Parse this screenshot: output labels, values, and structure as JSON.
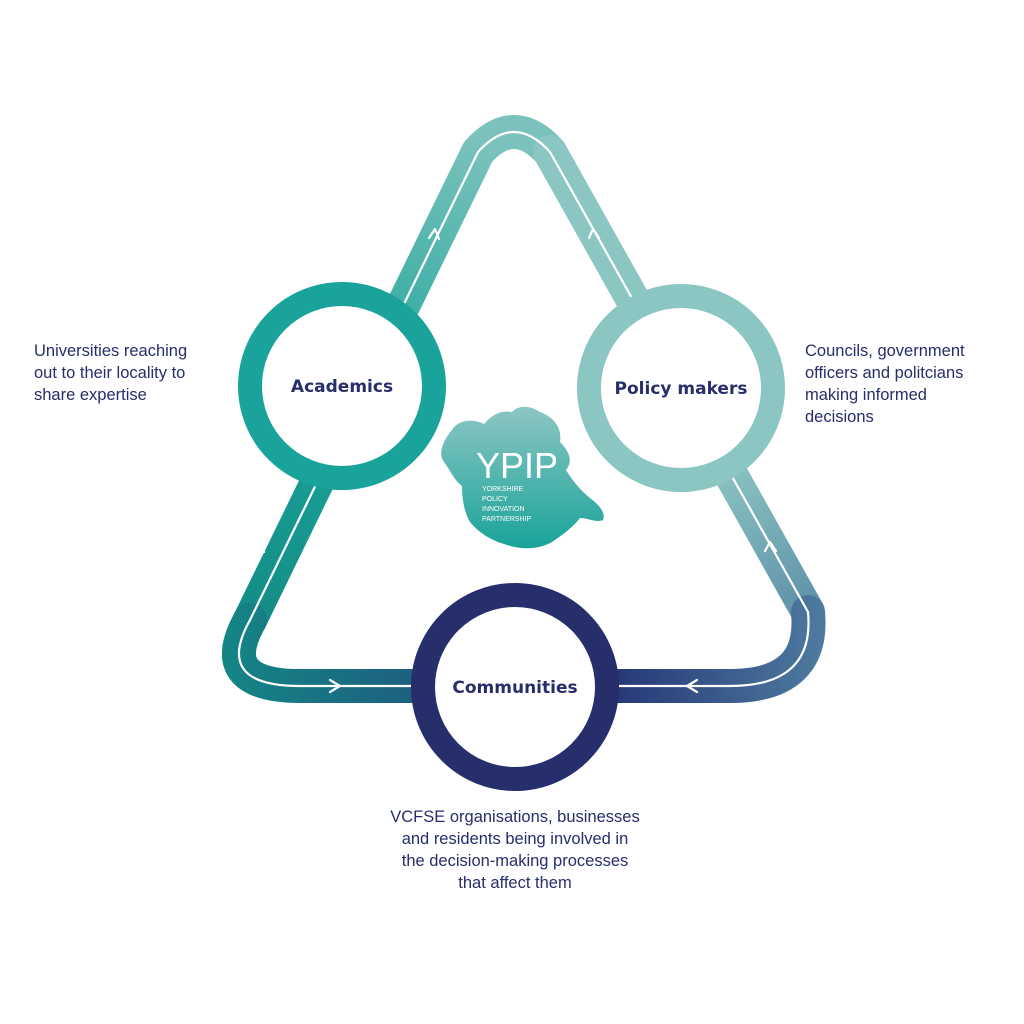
{
  "nodes": {
    "academics": {
      "label": "Academics",
      "description": [
        "Universities reaching",
        "out to their locality to",
        "share expertise"
      ]
    },
    "policy_makers": {
      "label": "Policy makers",
      "description": [
        "Councils, government",
        "officers and politcians",
        "making informed",
        "decisions"
      ]
    },
    "communities": {
      "label": "Communities",
      "description": [
        "VCFSE organisations, businesses",
        "and residents being involved in",
        "  the decision-making processes",
        "that affect them"
      ]
    }
  },
  "logo": {
    "name": "YPIP",
    "lines": [
      "YORKSHIRE",
      "POLICY",
      "INNOVATION",
      "PARTNERSHIP"
    ]
  },
  "colors": {
    "navy": "#262e6b",
    "teal": "#1aa39a",
    "light_teal": "#8cc6c3",
    "text": "#262e6b"
  }
}
